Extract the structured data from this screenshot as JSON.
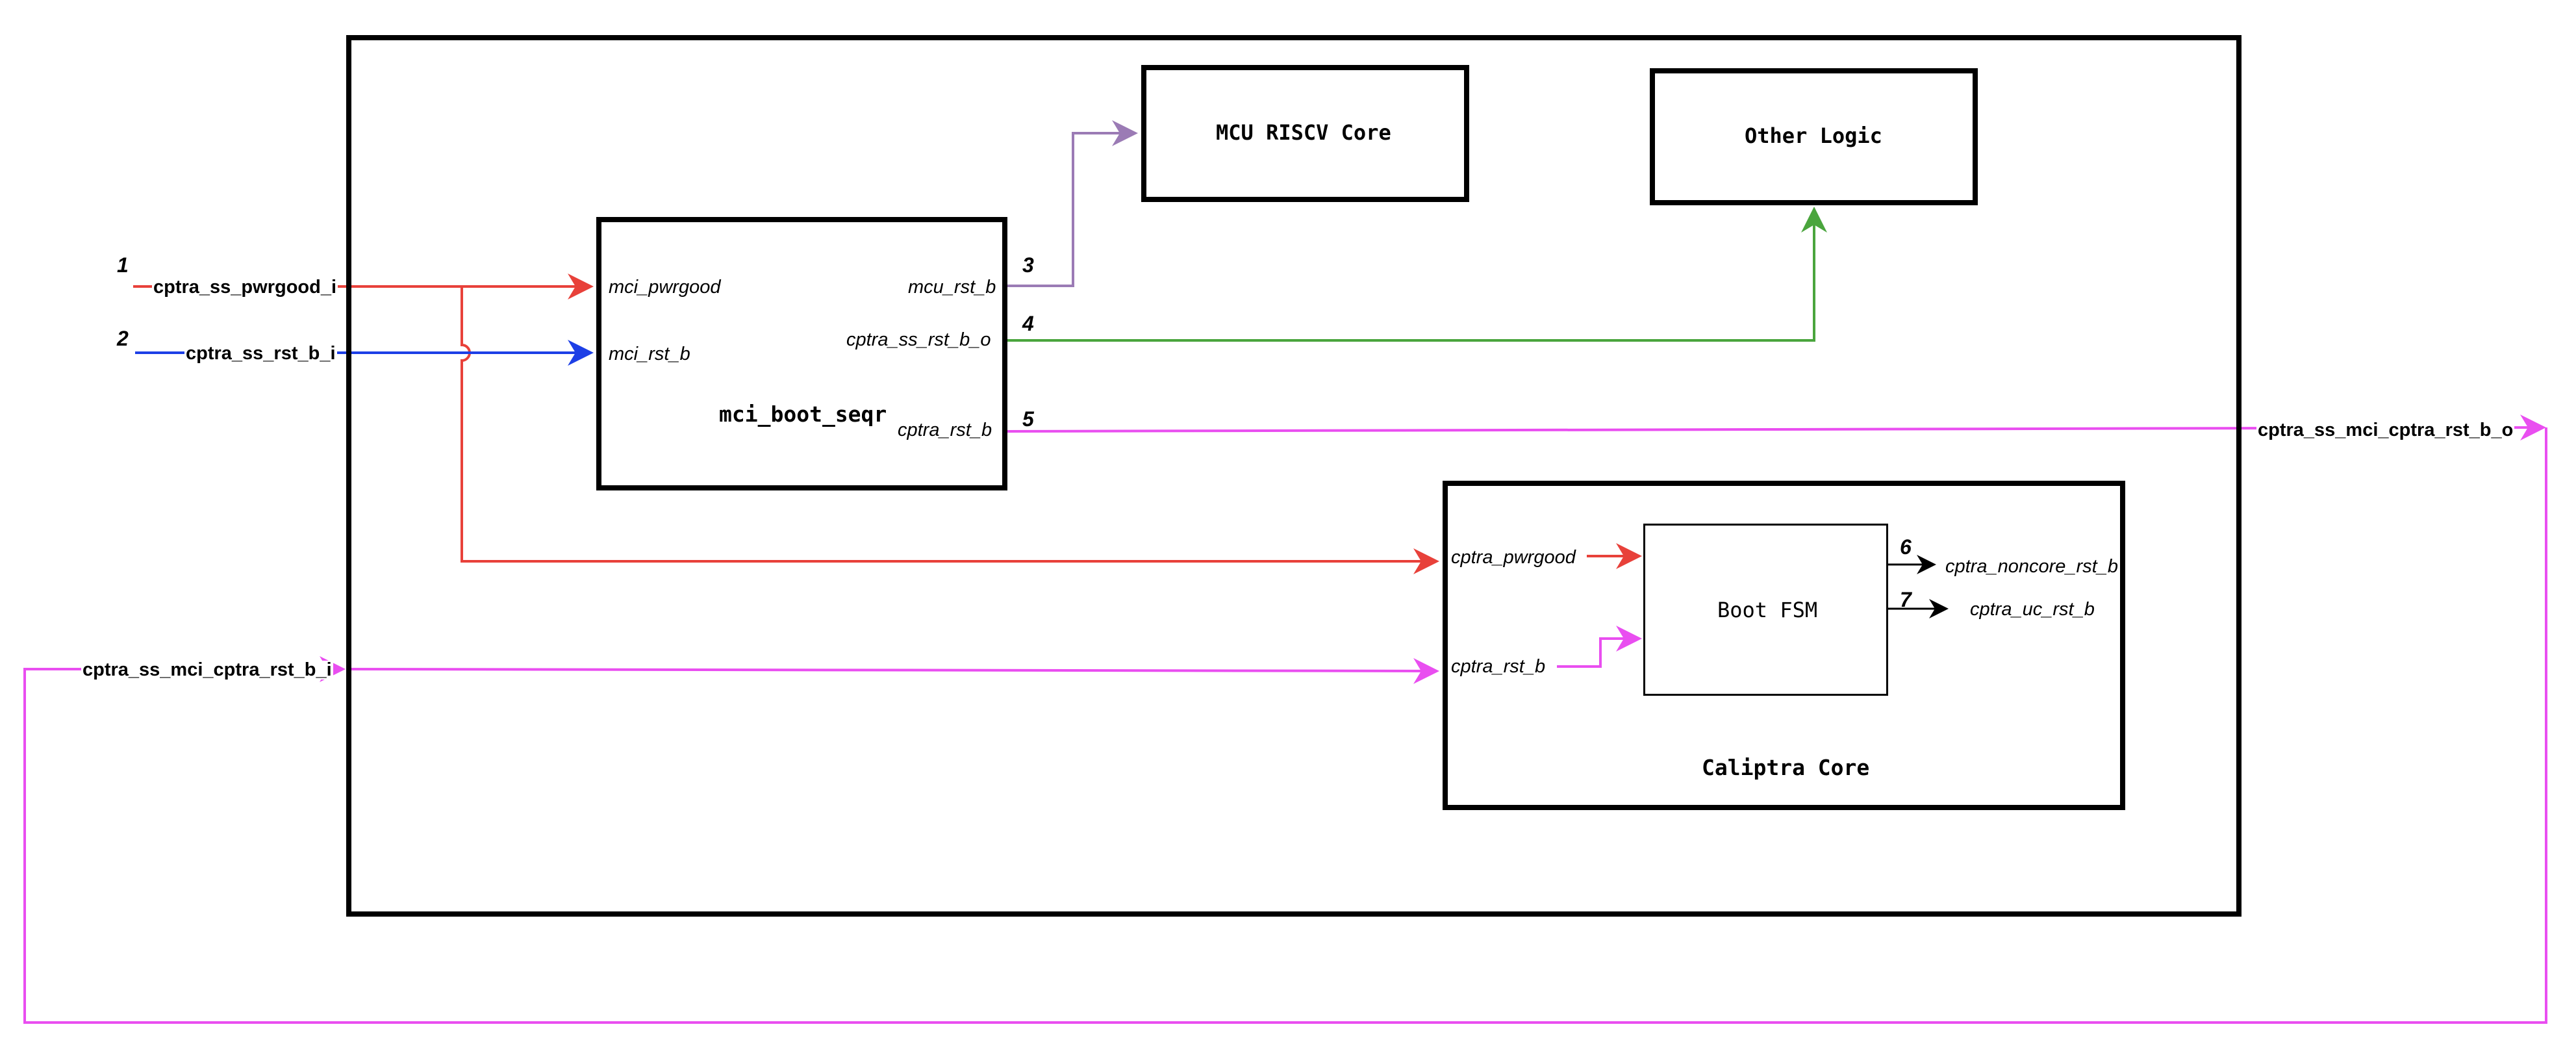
{
  "diagram": {
    "colors": {
      "pwrgood": "#e8413a",
      "ss_rst": "#1d3fe6",
      "mcu_rst": "#9b7bb5",
      "ss_rst_o": "#4aa53d",
      "cptra_rst": "#e94ef0",
      "fsm_out": "#000000"
    },
    "blocks": {
      "boot_seqr": {
        "title": "mci_boot_seqr",
        "inputs": [
          "mci_pwrgood",
          "mci_rst_b"
        ],
        "outputs": [
          "mcu_rst_b",
          "cptra_ss_rst_b_o",
          "cptra_rst_b"
        ]
      },
      "mcu": {
        "title": "MCU RISCV Core"
      },
      "other": {
        "title": "Other Logic"
      },
      "caliptra": {
        "title": "Caliptra Core",
        "inputs": [
          "cptra_pwrgood",
          "cptra_rst_b"
        ]
      },
      "boot_fsm": {
        "title": "Boot FSM",
        "outputs": [
          "cptra_noncore_rst_b",
          "cptra_uc_rst_b"
        ]
      }
    },
    "external_signals": {
      "pwrgood_in": "cptra_ss_pwrgood_i",
      "rst_in": "cptra_ss_rst_b_i",
      "mci_cptra_rst_in": "cptra_ss_mci_cptra_rst_b_i",
      "mci_cptra_rst_out": "cptra_ss_mci_cptra_rst_b_o"
    },
    "step_numbers": [
      "1",
      "2",
      "3",
      "4",
      "5",
      "6",
      "7"
    ]
  }
}
